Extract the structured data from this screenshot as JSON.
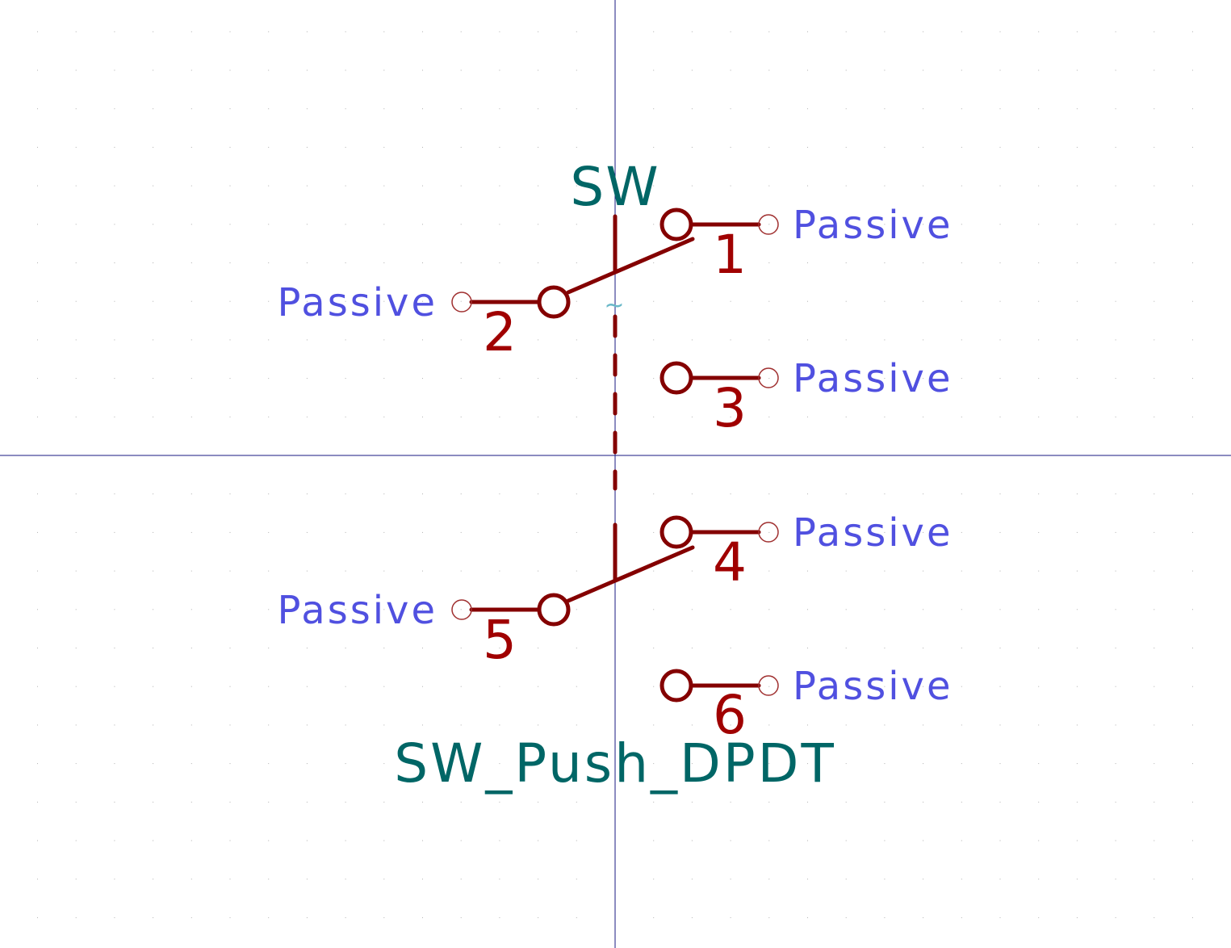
{
  "symbol": {
    "reference": "SW",
    "value": "SW_Push_DPDT",
    "alt_symbol_marker": "~"
  },
  "pins": [
    {
      "number": "1",
      "type": "Passive"
    },
    {
      "number": "2",
      "type": "Passive"
    },
    {
      "number": "3",
      "type": "Passive"
    },
    {
      "number": "4",
      "type": "Passive"
    },
    {
      "number": "5",
      "type": "Passive"
    },
    {
      "number": "6",
      "type": "Passive"
    }
  ],
  "colors": {
    "background": "#ffffff",
    "grid_dot": "#b0b0b0",
    "crosshair": "#1a1a80",
    "body": "#840000",
    "pin_number": "#a00000",
    "pin_type": "#5050e0",
    "field_text": "#006666",
    "marker": "#6ab8c8"
  }
}
